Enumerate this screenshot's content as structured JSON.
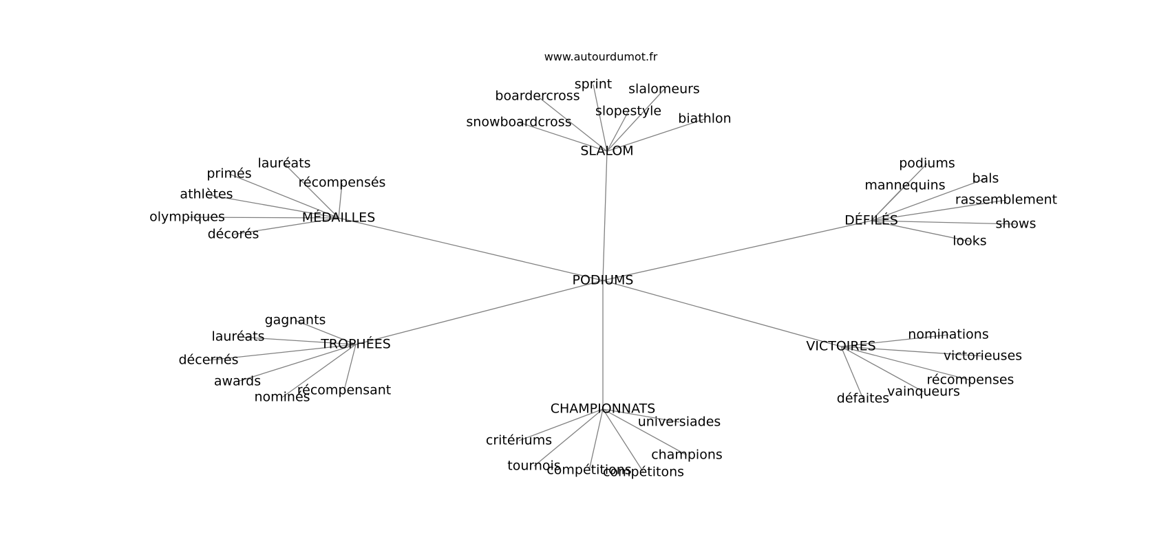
{
  "source": "www.autourdumot.fr",
  "colors": {
    "edge": "#808080",
    "text": "#000000",
    "background": "#ffffff"
  },
  "center": {
    "label": "PODIUMS"
  },
  "groups": [
    {
      "label": "SLALOM",
      "children": [
        "sprint",
        "boardercross",
        "slalomeurs",
        "slopestyle",
        "snowboardcross",
        "biathlon"
      ]
    },
    {
      "label": "MÉDAILLES",
      "children": [
        "lauréats",
        "primés",
        "récompensés",
        "athlètes",
        "olympiques",
        "décorés"
      ]
    },
    {
      "label": "DÉFILÉS",
      "children": [
        "podiums",
        "mannequins",
        "bals",
        "rassemblement",
        "shows",
        "looks"
      ]
    },
    {
      "label": "TROPHÉES",
      "children": [
        "gagnants",
        "lauréats",
        "décernés",
        "awards",
        "nominés",
        "récompensant"
      ]
    },
    {
      "label": "VICTOIRES",
      "children": [
        "nominations",
        "victorieuses",
        "récompenses",
        "vainqueurs",
        "défaites"
      ]
    },
    {
      "label": "CHAMPIONNATS",
      "children": [
        "universiades",
        "critériums",
        "champions",
        "tournois",
        "compétitions",
        "compétitons"
      ]
    }
  ]
}
